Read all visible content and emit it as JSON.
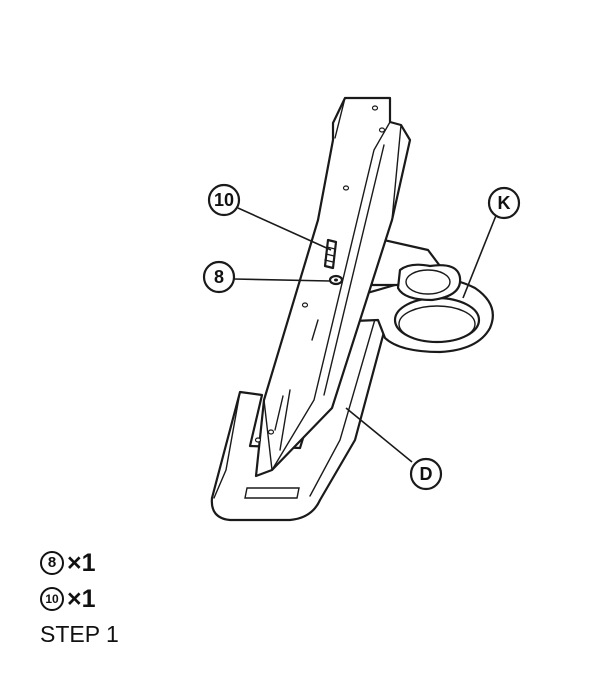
{
  "callouts": {
    "part_10": "10",
    "part_8": "8",
    "part_k": "K",
    "part_d": "D"
  },
  "parts_list": [
    {
      "part": "8",
      "qty": "×1"
    },
    {
      "part": "10",
      "qty": "×1"
    }
  ],
  "step_label": "STEP 1"
}
